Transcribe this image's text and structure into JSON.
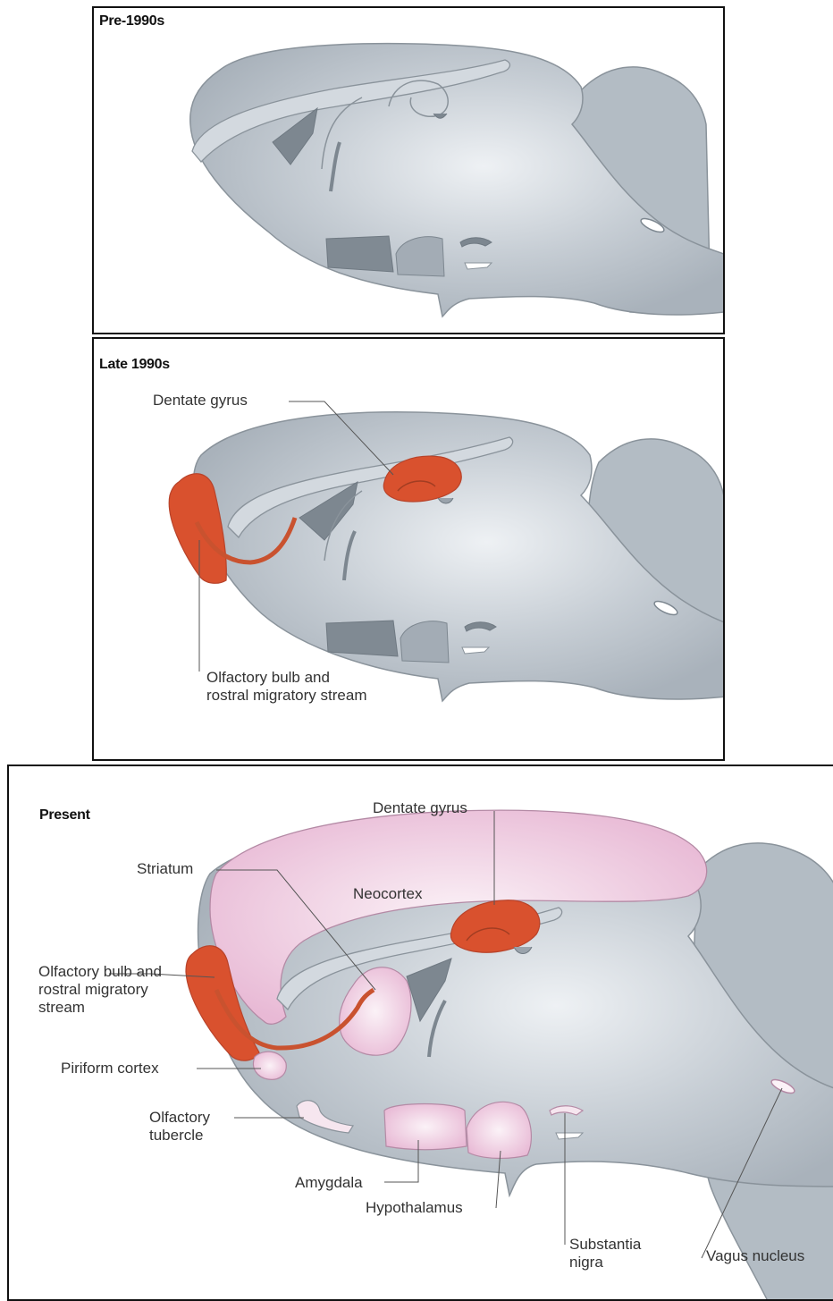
{
  "panels": {
    "pre_1990s": {
      "title": "Pre-1990s"
    },
    "late_1990s": {
      "title": "Late 1990s",
      "labels": {
        "dentate_gyrus": "Dentate gyrus",
        "olfactory_bulb": "Olfactory bulb and rostral migratory stream"
      }
    },
    "present": {
      "title": "Present",
      "labels": {
        "dentate_gyrus": "Dentate gyrus",
        "striatum": "Striatum",
        "neocortex": "Neocortex",
        "olfactory_bulb": "Olfactory bulb and rostral migratory stream",
        "piriform_cortex": "Piriform cortex",
        "olfactory_tubercle": "Olfactory tubercle",
        "amygdala": "Amygdala",
        "hypothalamus": "Hypothalamus",
        "substantia_nigra": "Substantia nigra",
        "vagus_nucleus": "Vagus nucleus"
      }
    }
  },
  "colors": {
    "brain_fill": "#aeb7bf",
    "brain_highlight": "#eef1f4",
    "outline": "#8a939b",
    "dark_structure": "#7d8790",
    "neurogenic_red": "#d9512e",
    "neurogenic_pink": "#eabfd8",
    "leader_line": "#555555"
  }
}
